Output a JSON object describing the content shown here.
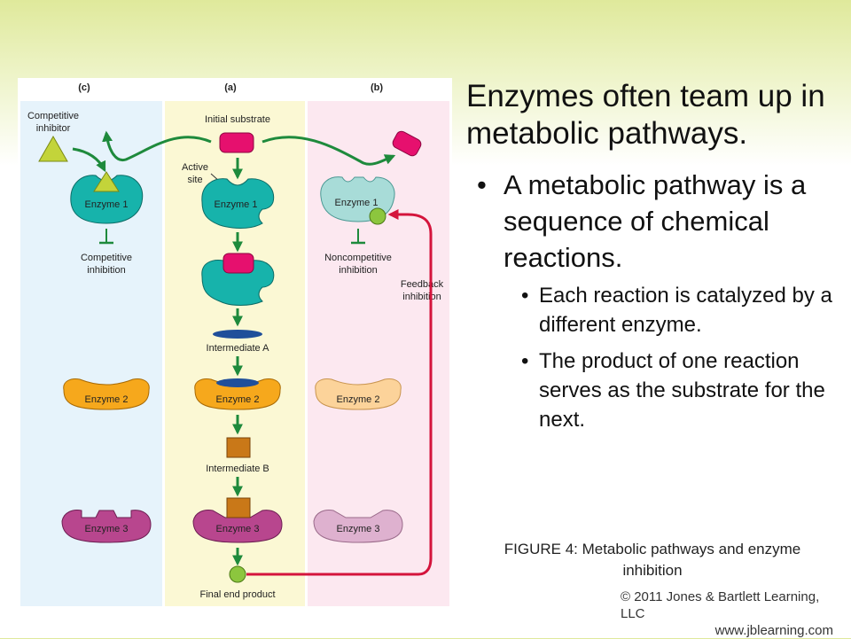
{
  "slide": {
    "title": "Enzymes often team up in metabolic pathways.",
    "bullet": "A metabolic pathway is a sequence of chemical reactions.",
    "subbullets": [
      "Each reaction is catalyzed by a different enzyme.",
      "The product of one reaction serves as the substrate for the next."
    ],
    "caption": "FIGURE 4: Metabolic pathways and enzyme inhibition",
    "copyright_line1": "© 2011 Jones & Bartlett Learning, LLC",
    "copyright_line2": "www.jblearning.com"
  },
  "figure": {
    "panel_c": "(c)",
    "panel_a": "(a)",
    "panel_b": "(b)",
    "competitive_inhibitor": [
      "Competitive",
      "inhibitor"
    ],
    "competitive_inhibition": [
      "Competitive",
      "inhibition"
    ],
    "noncompetitive_inhibition": [
      "Noncompetitive",
      "inhibition"
    ],
    "feedback_inhibition": [
      "Feedback",
      "inhibition"
    ],
    "initial_substrate": "Initial substrate",
    "active_site": [
      "Active",
      "site"
    ],
    "enzyme1": "Enzyme 1",
    "enzyme2": "Enzyme 2",
    "enzyme3": "Enzyme 3",
    "intermediate_a": "Intermediate A",
    "intermediate_b": "Intermediate B",
    "final_end_product": "Final end product",
    "colors": {
      "panel_c_bg": "#e6f3fb",
      "panel_a_bg": "#fbf8d4",
      "panel_b_bg": "#fce8f0",
      "enzyme1": "#17b3ab",
      "enzyme1_inactive": "#a8dcd8",
      "enzyme2": "#f6a81c",
      "enzyme2_inactive": "#fcd39a",
      "enzyme3": "#b8468e",
      "enzyme3_inactive": "#deb1cf",
      "substrate": "#e6106e",
      "inhibitor": "#c3d43a",
      "intermediate_a": "#1f4f9a",
      "intermediate_b": "#c97818",
      "product": "#8cc63e",
      "arrow_green": "#1e8a3c",
      "feedback_red": "#d4143c"
    }
  }
}
